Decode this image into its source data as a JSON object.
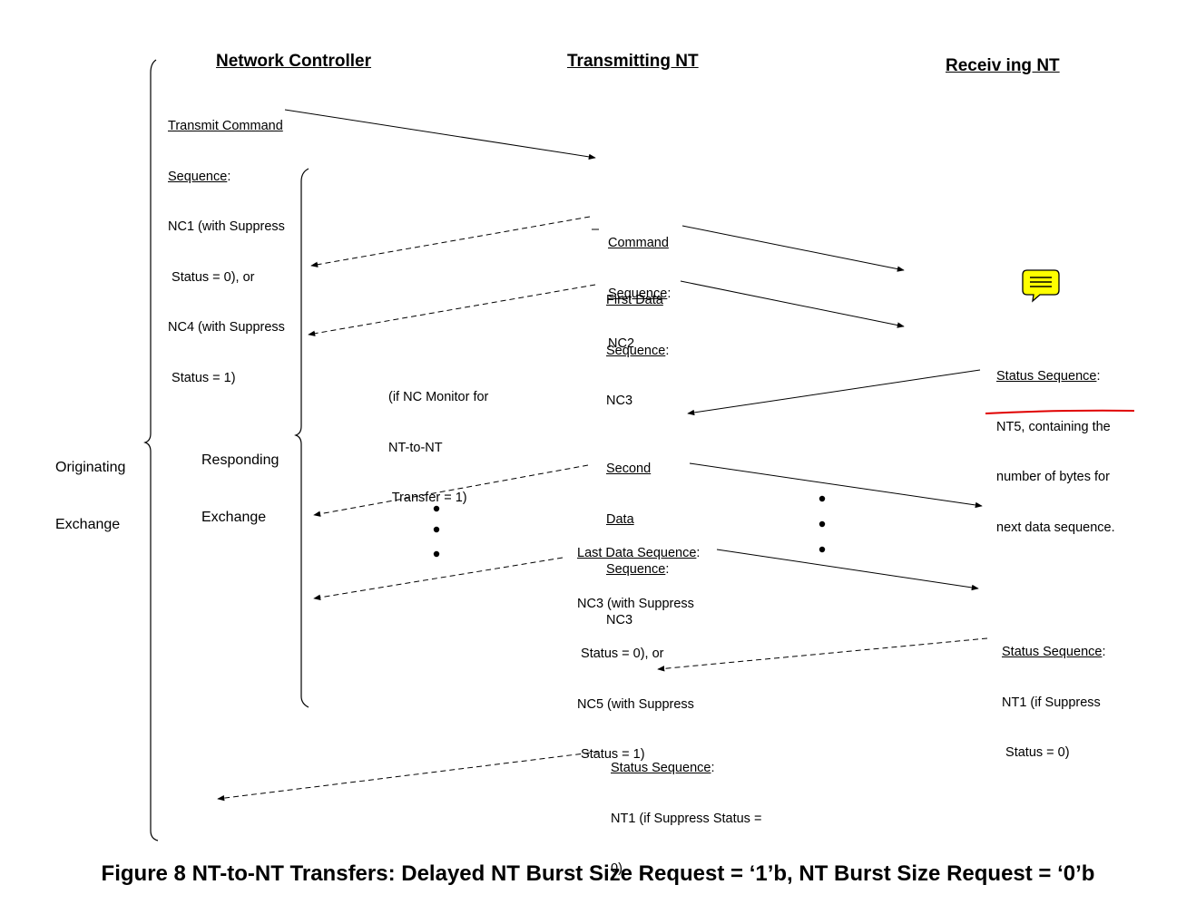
{
  "headers": {
    "network_controller": "Network Controller",
    "transmitting_nt": "Transmitting NT",
    "receiving_nt": "Receiv ing NT"
  },
  "brace_labels": {
    "originating": [
      "Originating",
      "Exchange"
    ],
    "responding": [
      "Responding",
      "Exchange"
    ]
  },
  "messages": {
    "transmit_command": {
      "title_lines": [
        "Transmit Command",
        "Sequence"
      ],
      "colon": ":",
      "body_lines": [
        "NC1 (with Suppress",
        " Status = 0), or",
        "NC4 (with Suppress",
        " Status = 1)"
      ]
    },
    "command_seq": {
      "title_lines": [
        "Command",
        "Sequence"
      ],
      "colon": ":",
      "body_lines": [
        "NC2"
      ]
    },
    "first_data": {
      "title_lines": [
        "First Data",
        "Sequence"
      ],
      "colon": ":",
      "body_lines": [
        "NC3"
      ]
    },
    "monitor_note": {
      "body_lines": [
        "(if NC Monitor for",
        "NT-to-NT",
        " Transfer = 1)"
      ]
    },
    "status_nt5": {
      "title_lines": [
        "Status Sequence"
      ],
      "colon": ":",
      "body_lines": [
        "NT5, containing the",
        "number of bytes for",
        "next data sequence."
      ]
    },
    "second_data": {
      "title_lines": [
        "Second",
        "Data",
        "Sequence"
      ],
      "colon": ":",
      "body_lines": [
        "NC3"
      ]
    },
    "last_data": {
      "title_lines": [
        "Last Data Sequence"
      ],
      "colon": ":",
      "body_lines": [
        "NC3 (with Suppress",
        " Status = 0), or",
        "NC5 (with Suppress",
        " Status = 1)"
      ]
    },
    "status_nt1_receiver": {
      "title_lines": [
        "Status Sequence"
      ],
      "colon": ":",
      "body_lines": [
        "NT1 (if Suppress",
        " Status = 0)"
      ]
    },
    "status_nt1_transmitter": {
      "title_lines": [
        "Status Sequence"
      ],
      "colon": ":",
      "body_lines": [
        "NT1 (if Suppress Status =",
        "0)"
      ]
    }
  },
  "caption": "Figure 8 NT-to-NT Transfers: Delayed NT Burst Size Request = ‘1’b, NT Burst Size Request = ‘0’b",
  "colors": {
    "line": "#000000",
    "red_mark": "#e00000",
    "note_icon_fill": "#ffff00"
  },
  "icons": [
    "comment-icon"
  ]
}
